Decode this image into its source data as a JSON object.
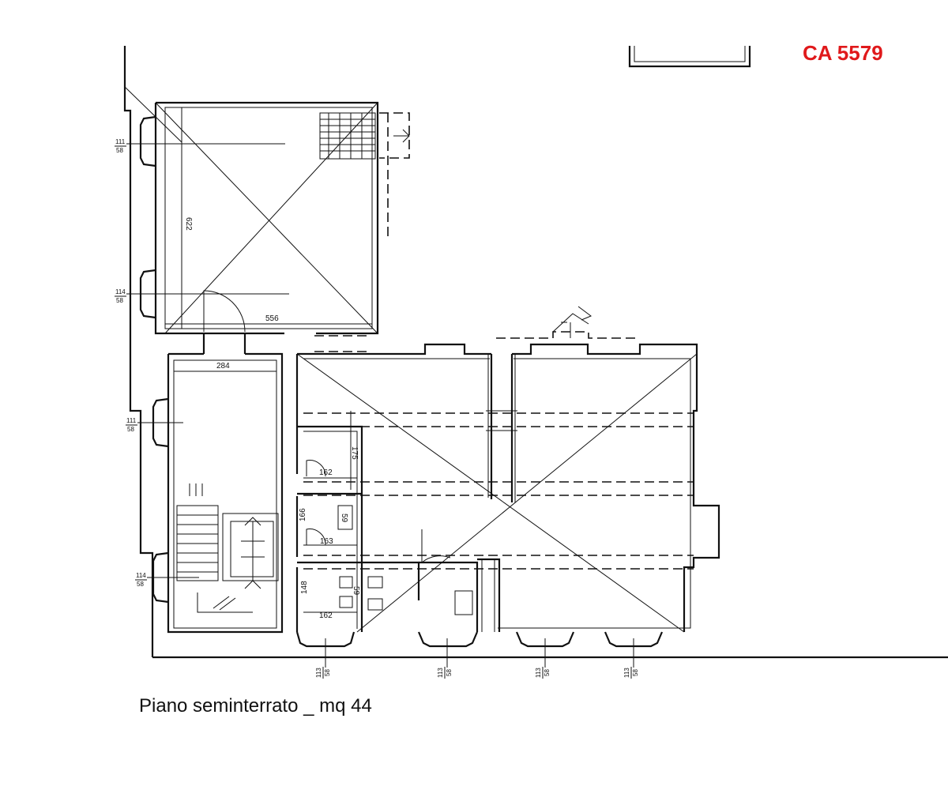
{
  "document_code": "CA 5579",
  "caption": "Piano seminterrato _ mq 44",
  "dimensions": {
    "top_room_height": "622",
    "top_room_width": "556",
    "left_room_width": "284",
    "bath1_height": "175",
    "bath1_width": "162",
    "bath2_height": "166",
    "bath2_width": "163",
    "bath3_height": "148",
    "bath3_width": "162",
    "bath_small": "59",
    "wc_label": "59"
  },
  "window_labels": {
    "w1": {
      "top": "111",
      "bottom": "58"
    },
    "w2": {
      "top": "114",
      "bottom": "58"
    },
    "w3": {
      "top": "111",
      "bottom": "58"
    },
    "w4": {
      "top": "114",
      "bottom": "58"
    },
    "w5": {
      "top": "113",
      "bottom": "58"
    },
    "w6": {
      "top": "113",
      "bottom": "58"
    },
    "w7": {
      "top": "113",
      "bottom": "58"
    },
    "w8": {
      "top": "113",
      "bottom": "58"
    }
  }
}
